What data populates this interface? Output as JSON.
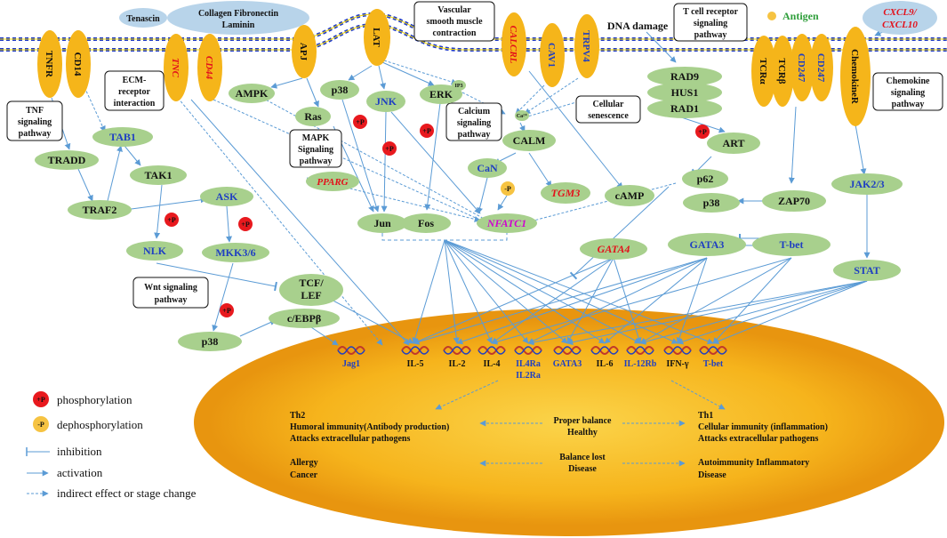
{
  "colors": {
    "receptor": "#F5B51A",
    "node": "#A8D08D",
    "edge": "#5B9BD5",
    "phospho": "#E8191E",
    "dephospho": "#F6C342",
    "text_black": "#111111",
    "text_blue": "#1F3FC2",
    "text_red": "#E3111B",
    "text_magenta": "#D000D0",
    "text_green": "#2E9E3A",
    "bubble": "#B8D4EA",
    "membrane": "#1F3BCB",
    "nucleus_outer": "#E8950F",
    "nucleus_inner": "#F8C020"
  },
  "receptors": {
    "tnfr": "TNFR",
    "cd14": "CD14",
    "tnc": "TNC",
    "cd44": "CD44",
    "apj": "APJ",
    "lat": "LAT",
    "calcrl": "CALCRL",
    "cav1": "CAV1",
    "trpv4": "TRPV4",
    "tcra": "TCRα",
    "tcrb": "TCRβ",
    "cd247a": "CD247",
    "cd247b": "CD247",
    "chemokine_r": "ChemokineR"
  },
  "ligands": {
    "tenascin": "Tenascin",
    "ecm_line1": "Collagen  Fibronectin",
    "ecm_line2": "Laminin",
    "antigen": "Antigen",
    "cxcl_line1": "CXCL9/",
    "cxcl_line2": "CXCL10"
  },
  "boxes": {
    "vsm": [
      "Vascular",
      "smooth muscle",
      "contraction"
    ],
    "tcr": [
      "T cell receptor",
      "signaling",
      "pathway"
    ],
    "chemokine": [
      "Chemokine",
      "signaling",
      "pathway"
    ],
    "tnf": [
      "TNF",
      "signaling",
      "pathway"
    ],
    "ecm": [
      "ECM-",
      "receptor",
      "interaction"
    ],
    "mapk": [
      "MAPK",
      "Signaling",
      "pathway"
    ],
    "calcium": [
      "Calcium",
      "signaling",
      "pathway"
    ],
    "senescence": [
      "Cellular",
      "senescence"
    ],
    "wnt": [
      "Wnt signaling",
      "pathway"
    ]
  },
  "labels": {
    "dna_damage": "DNA damage"
  },
  "nodes": {
    "ampk": "AMPK",
    "ras": "Ras",
    "p38_top": "p38",
    "jnk": "JNK",
    "erk": "ERK",
    "ip3": "IP3",
    "ca": "Ca²⁺",
    "calm": "CALM",
    "can": "CaN",
    "tgm3": "TGM3",
    "camp": "cAMP",
    "rad9": "RAD9",
    "hus1": "HUS1",
    "rad1": "RAD1",
    "art": "ART",
    "p62": "p62",
    "p38_mid": "p38",
    "zap70": "ZAP70",
    "jak": "JAK2/3",
    "stat": "STAT",
    "gata3": "GATA3",
    "tbet": "T-bet",
    "gata4": "GATA4",
    "tab1": "TAB1",
    "tradd": "TRADD",
    "tak1": "TAK1",
    "traf2": "TRAF2",
    "ask": "ASK",
    "nlk": "NLK",
    "mkk": "MKK3/6",
    "pparg": "PPARG",
    "jun": "Jun",
    "fos": "Fos",
    "nfatc1": "NFATC1",
    "tcf_line1": "TCF/",
    "tcf_line2": "LEF",
    "cebp": "c/EBPβ",
    "p38_low": "p38"
  },
  "badges": {
    "phospho": "+P",
    "dephospho": "-P"
  },
  "genes": {
    "jag1": "Jag1",
    "il5": "IL-5",
    "il2": "IL-2",
    "il4": "IL-4",
    "il4ra": "IL4Ra",
    "il2ra": "IL2Ra",
    "gata3": "GATA3",
    "il6": "IL-6",
    "il12rb": "IL-12Rb",
    "ifng": "IFN-γ",
    "tbet": "T-bet"
  },
  "nucleus": {
    "th2_title": "Th2",
    "th2_line1": "Humoral immunity(Antibody production)",
    "th2_line2": "Attacks extracellular pathogens",
    "balance_line1": "Proper balance",
    "balance_line2": "Healthy",
    "th1_title": "Th1",
    "th1_line1": "Cellular immunity (inflammation)",
    "th1_line2": "Attacks extracellular pathogens",
    "left_line1": "Allergy",
    "left_line2": "Cancer",
    "lost_line1": "Balance lost",
    "lost_line2": "Disease",
    "right_line1": "Autoimmunity Inflammatory",
    "right_line2": "Disease"
  },
  "legend": {
    "phospho_badge": "+P",
    "phospho": "phosphorylation",
    "dephospho_badge": "-P",
    "dephospho": "dephosphorylation",
    "inhibition": "inhibition",
    "activation": "activation",
    "indirect": "indirect effect or stage change"
  }
}
